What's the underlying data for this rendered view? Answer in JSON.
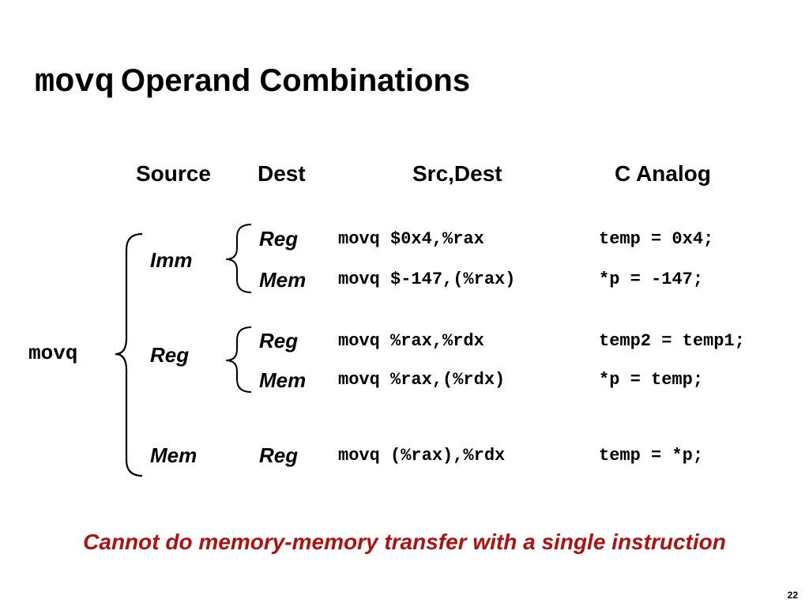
{
  "title": {
    "code": "movq",
    "text": "Operand Combinations"
  },
  "headers": {
    "source": "Source",
    "dest": "Dest",
    "src_dest": "Src,Dest",
    "c_analog": "C Analog"
  },
  "left_label": "movq",
  "groups": {
    "imm": {
      "source": "Imm",
      "rows": [
        {
          "dest": "Reg",
          "asm": "movq $0x4,%rax",
          "c": "temp = 0x4;"
        },
        {
          "dest": "Mem",
          "asm": "movq $-147,(%rax)",
          "c": "*p = -147;"
        }
      ]
    },
    "reg": {
      "source": "Reg",
      "rows": [
        {
          "dest": "Reg",
          "asm": "movq %rax,%rdx",
          "c": "temp2 = temp1;"
        },
        {
          "dest": "Mem",
          "asm": "movq %rax,(%rdx)",
          "c": "*p = temp;"
        }
      ]
    },
    "mem": {
      "source": "Mem",
      "rows": [
        {
          "dest": "Reg",
          "asm": "movq (%rax),%rdx",
          "c": "temp = *p;"
        }
      ]
    }
  },
  "footer_note": "Cannot do memory-memory transfer with a single instruction",
  "page_number": "22",
  "colors": {
    "text": "#000000",
    "footer": "#b01010",
    "background": "#ffffff"
  }
}
